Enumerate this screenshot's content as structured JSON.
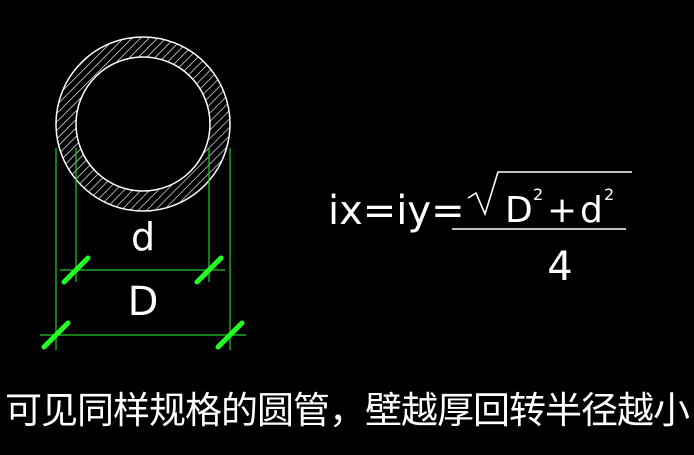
{
  "diagram": {
    "inner_label": "d",
    "outer_label": "D",
    "formula": {
      "lhs": "ix=iy=",
      "num_D": "D",
      "num_D_exp": "2",
      "num_plus": "+",
      "num_d": "d",
      "num_d_exp": "2",
      "den": "4"
    },
    "caption": "可见同样规格的圆管，壁越厚回转半径越小",
    "colors": {
      "background": "#000000",
      "outline": "#ffffff",
      "dimension": "#22cc22",
      "tick": "#22ff22"
    }
  }
}
